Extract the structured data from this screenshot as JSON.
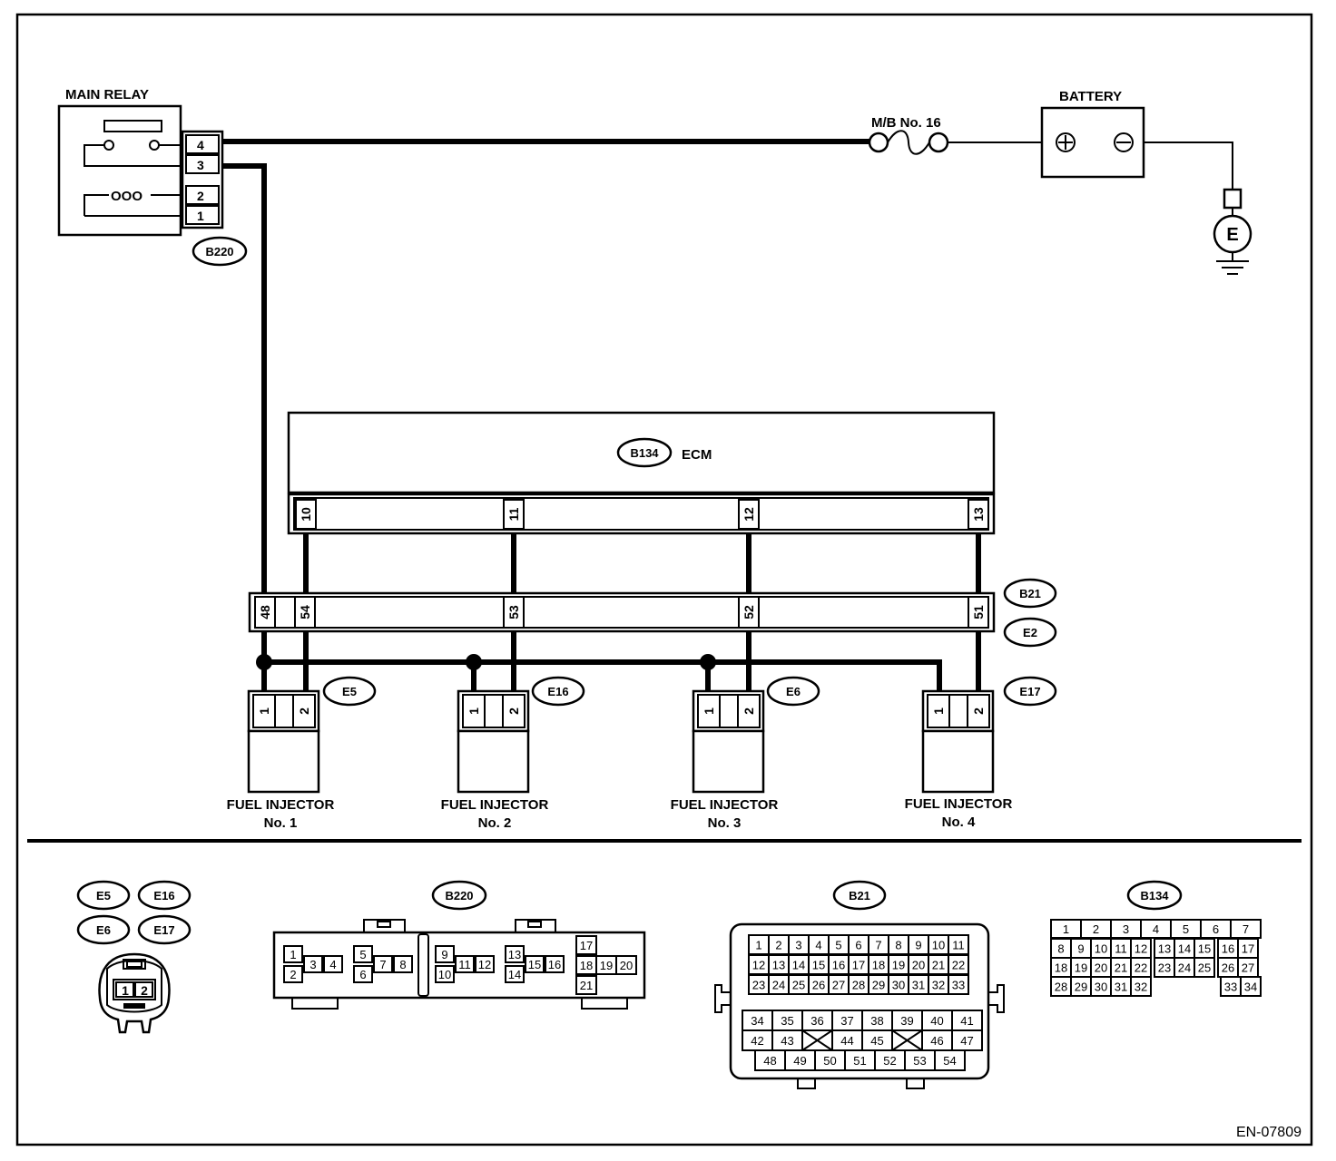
{
  "diagram": {
    "main_relay": {
      "title": "MAIN RELAY",
      "coil_symbol": "OOO",
      "terminals": [
        "4",
        "3",
        "2",
        "1"
      ],
      "connector": "B220"
    },
    "fuse": {
      "label": "M/B No. 16"
    },
    "battery": {
      "title": "BATTERY",
      "ground": "E"
    },
    "ecm": {
      "connector": "B134",
      "title": "ECM",
      "terminals": [
        "10",
        "11",
        "12",
        "13"
      ]
    },
    "junction": {
      "connectors": [
        "B21",
        "E2"
      ],
      "terminals": [
        "48",
        "54",
        "53",
        "52",
        "51"
      ]
    },
    "injectors": [
      {
        "connector": "E5",
        "pins": [
          "1",
          "2"
        ],
        "name": "FUEL INJECTOR",
        "number": "No. 1"
      },
      {
        "connector": "E16",
        "pins": [
          "1",
          "2"
        ],
        "name": "FUEL INJECTOR",
        "number": "No. 2"
      },
      {
        "connector": "E6",
        "pins": [
          "1",
          "2"
        ],
        "name": "FUEL INJECTOR",
        "number": "No. 3"
      },
      {
        "connector": "E17",
        "pins": [
          "1",
          "2"
        ],
        "name": "FUEL INJECTOR",
        "number": "No. 4"
      }
    ],
    "legend": {
      "injector_connectors": [
        "E5",
        "E16",
        "E6",
        "E17"
      ],
      "injector_pins": [
        "1",
        "2"
      ],
      "b220": {
        "label": "B220",
        "pins": [
          "1",
          "2",
          "3",
          "4",
          "5",
          "6",
          "7",
          "8",
          "9",
          "10",
          "11",
          "12",
          "13",
          "14",
          "15",
          "16",
          "17",
          "18",
          "19",
          "20",
          "21"
        ]
      },
      "b21": {
        "label": "B21",
        "rows": [
          [
            "1",
            "2",
            "3",
            "4",
            "5",
            "6",
            "7",
            "8",
            "9",
            "10",
            "11"
          ],
          [
            "12",
            "13",
            "14",
            "15",
            "16",
            "17",
            "18",
            "19",
            "20",
            "21",
            "22"
          ],
          [
            "23",
            "24",
            "25",
            "26",
            "27",
            "28",
            "29",
            "30",
            "31",
            "32",
            "33"
          ],
          [
            "34",
            "35",
            "36",
            "37",
            "38",
            "39",
            "40",
            "41"
          ],
          [
            "42",
            "43",
            "",
            "44",
            "45",
            "",
            "46",
            "47"
          ],
          [
            "48",
            "49",
            "50",
            "51",
            "52",
            "53",
            "54"
          ]
        ]
      },
      "b134": {
        "label": "B134",
        "rows": [
          [
            "1",
            "2",
            "3",
            "4",
            "5",
            "6",
            "7"
          ],
          [
            "8",
            "9",
            "10",
            "11",
            "12",
            "13",
            "14",
            "15",
            "16",
            "17"
          ],
          [
            "18",
            "19",
            "20",
            "21",
            "22",
            "23",
            "24",
            "25",
            "26",
            "27"
          ],
          [
            "28",
            "29",
            "30",
            "31",
            "32",
            "33",
            "34"
          ]
        ]
      }
    },
    "figure_code": "EN-07809"
  }
}
